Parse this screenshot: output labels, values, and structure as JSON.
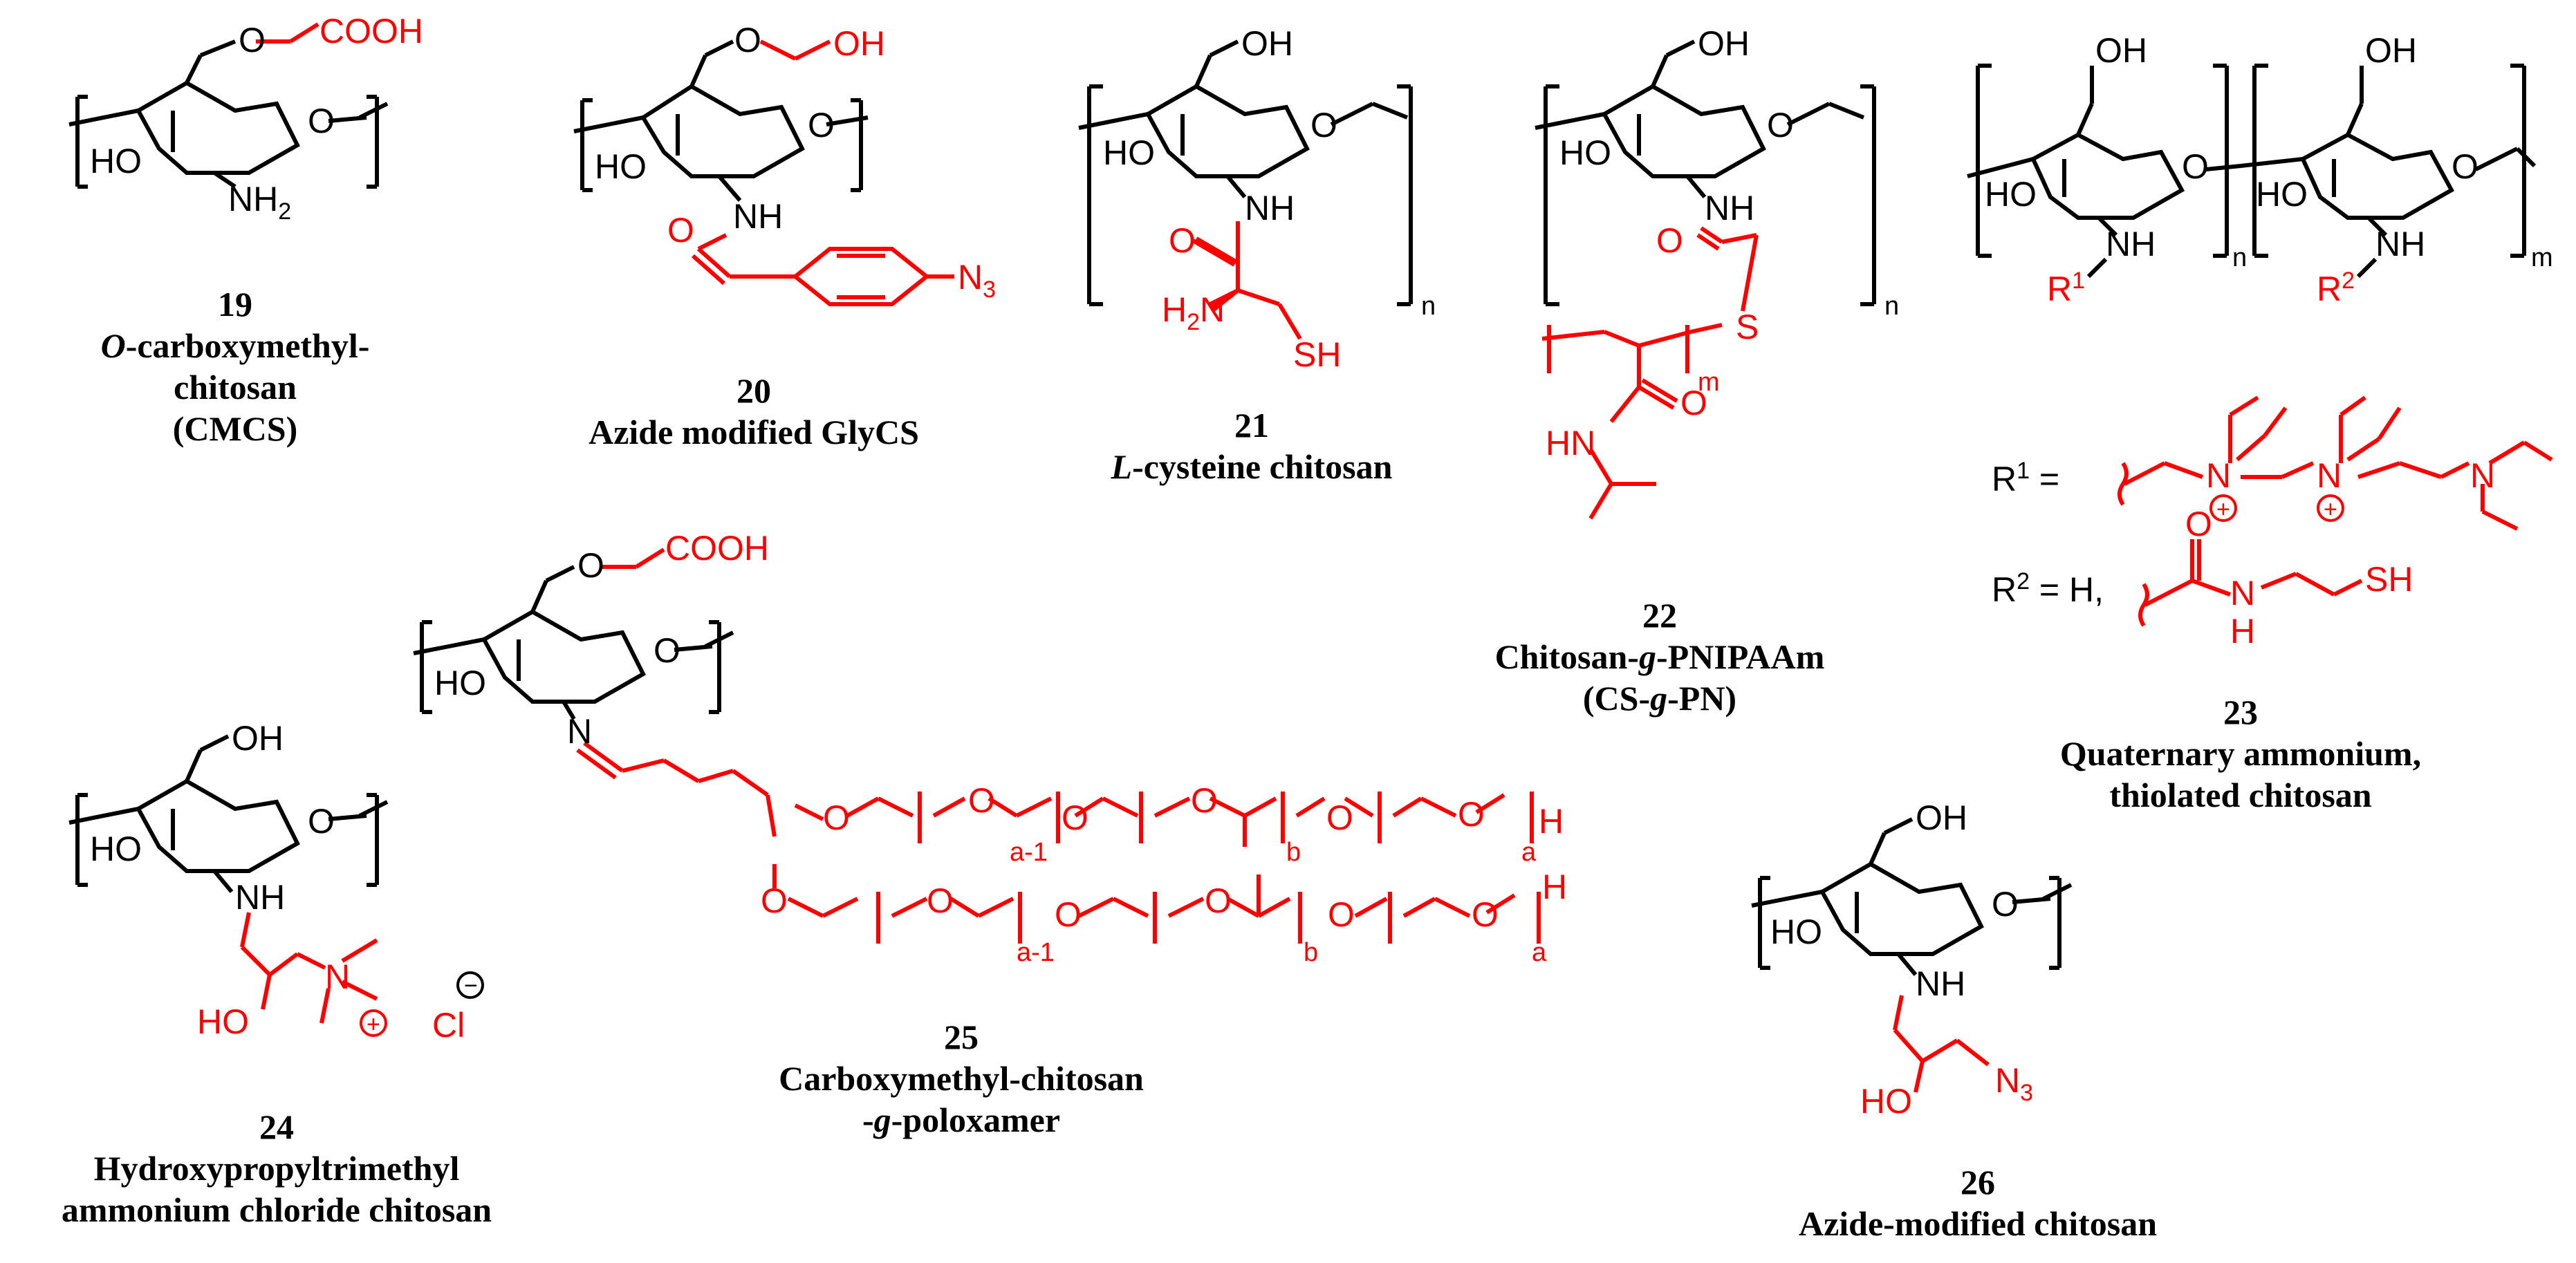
{
  "colors": {
    "black": "#000000",
    "modification": "#ff0000"
  },
  "compounds": [
    {
      "id": "19",
      "name_part1": "O",
      "name_part2": "-carboxymethyl-chitosan",
      "abbr": "(CMCS)"
    },
    {
      "id": "20",
      "name": "Azide modified GlyCS"
    },
    {
      "id": "21",
      "name_part1": "L",
      "name_part2": "-cysteine chitosan"
    },
    {
      "id": "22",
      "name_a": "Chitosan-",
      "name_b": "g",
      "name_c": "-PNIPAAm",
      "abbr_a": "(CS-",
      "abbr_b": "g",
      "abbr_c": "-PN)"
    },
    {
      "id": "23",
      "line1": "Quaternary ammonium,",
      "line2": "thiolated chitosan"
    },
    {
      "id": "24",
      "line1": "Hydroxypropyltrimethyl",
      "line2": "ammonium chloride chitosan"
    },
    {
      "id": "25",
      "line1": "Carboxymethyl-chitosan",
      "line2_a": "-",
      "line2_b": "g",
      "line2_c": "-poloxamer"
    },
    {
      "id": "26",
      "name": "Azide-modified chitosan"
    }
  ],
  "labels": {
    "cooh": "COOH",
    "oh": "OH",
    "ho": "HO",
    "o": "O",
    "nh": "NH",
    "n": "N",
    "nh2": "NH",
    "sub2": "2",
    "n3": "N",
    "sub3": "3",
    "h2n": "H",
    "sh": "SH",
    "hn": "HN",
    "h": "H",
    "cl": "Cl",
    "r1_eq": "R",
    "r_sup1": "1",
    "r_sup2": "2",
    "eq": " =",
    "r2_eq_tail": " = H,",
    "idx_n": "n",
    "idx_m": "m",
    "idx_a": "a",
    "idx_b": "b",
    "idx_am1": "a-1",
    "plus": "+",
    "minus": "−"
  }
}
